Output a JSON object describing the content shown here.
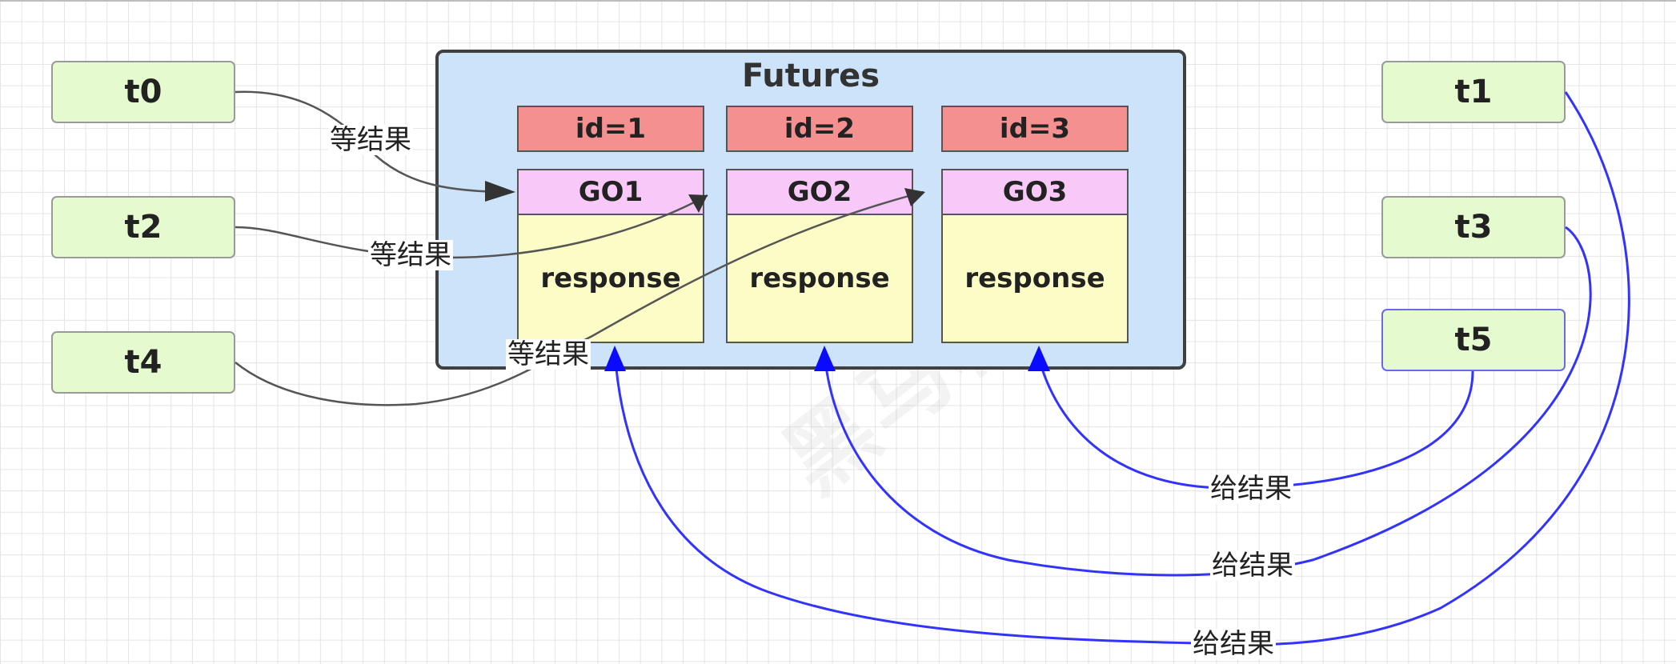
{
  "diagram": {
    "container": {
      "title": "Futures"
    },
    "columns": [
      {
        "id_label": "id=1",
        "go_label": "GO1",
        "response_label": "response"
      },
      {
        "id_label": "id=2",
        "go_label": "GO2",
        "response_label": "response"
      },
      {
        "id_label": "id=3",
        "go_label": "GO3",
        "response_label": "response"
      }
    ],
    "waiters": [
      {
        "label": "t0",
        "edge_label": "等结果"
      },
      {
        "label": "t2",
        "edge_label": "等结果"
      },
      {
        "label": "t4",
        "edge_label": "等结果"
      }
    ],
    "producers": [
      {
        "label": "t1",
        "edge_label": "给结果"
      },
      {
        "label": "t3",
        "edge_label": "给结果"
      },
      {
        "label": "t5",
        "edge_label": "给结果"
      }
    ],
    "watermark": "黑马程序员",
    "colors": {
      "grey_edge": "#555555",
      "blue_edge": "#3333ff",
      "node_fill": "#e6fad0",
      "container_fill": "#cce3f9",
      "id_fill": "#f59090",
      "go_fill": "#f8c8f8",
      "response_fill": "#fcfcc7"
    }
  }
}
